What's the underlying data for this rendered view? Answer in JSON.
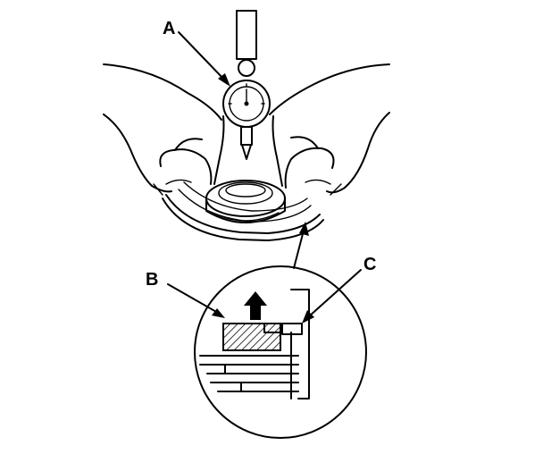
{
  "callouts": {
    "a": "A",
    "b": "B",
    "c": "C"
  },
  "colors": {
    "ink": "#000000",
    "paper": "#ffffff"
  },
  "icons": [
    "dial-indicator-icon",
    "hand-icon",
    "up-arrow-icon",
    "hatched-block-icon"
  ]
}
